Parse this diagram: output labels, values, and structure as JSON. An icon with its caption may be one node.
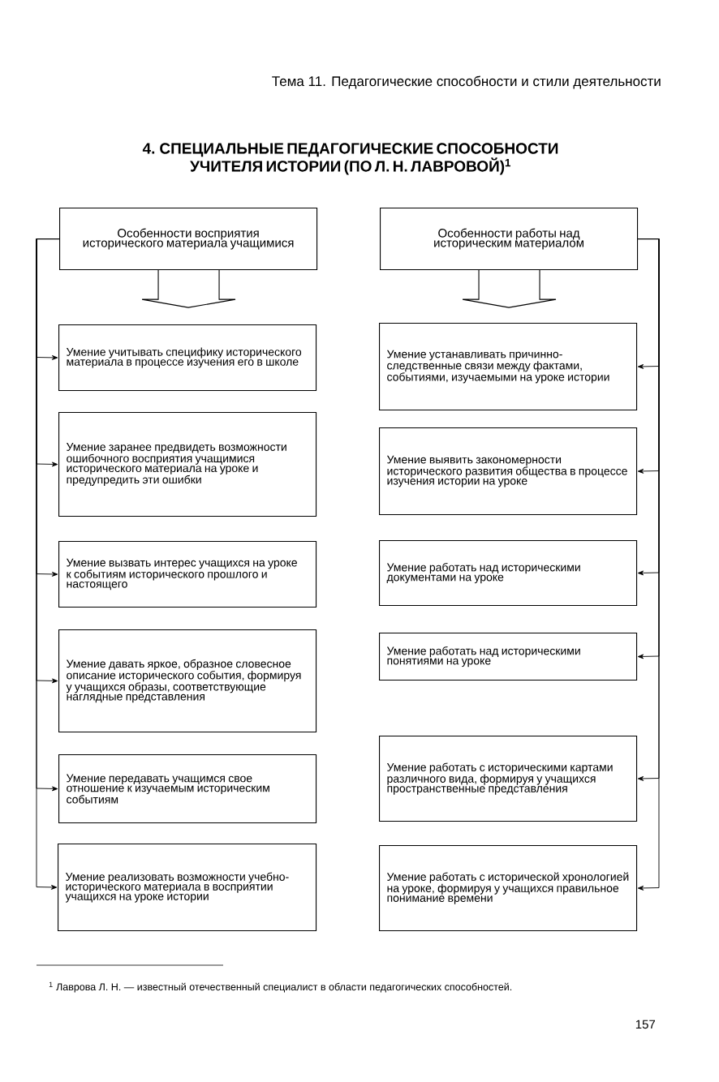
{
  "diagram": {
    "title": "4. СПЕЦИАЛЬНЫЕ ПЕДАГОГИЧЕСКИЕ СПОСОБНОСТИ УЧИТЕЛЯ ИСТОРИИ (ПО Л. Н. ЛАВРОВОЙ)$^{1}$",
    "nodes": [
      {
        "text": [
          "Особенности восприятия исторического материала учащимися"
        ]
      },
      {
        "text": [
          "Особенности работы над историческим материалом"
        ]
      },
      {
        "text": [
          "Умение учитывать специфику исторического материала в процессе изучения его в школе"
        ]
      },
      {
        "text": [
          "Умение заранее предвидеть возможности ошибочного восприятия учащимися исторического материала на уроке и предупредить эти ошибки"
        ]
      },
      {
        "text": [
          "Умение вызвать интерес учащихся на уроке к событиям исторического прошлого и настоящего"
        ]
      },
      {
        "text": [
          "Умение давать яркое, образное словесное описание исторического события, формируя у учащихся образы, соответствующие наглядные представления"
        ]
      },
      {
        "text": [
          "Умение передавать учащимся свое отношение к изучаемым историческим событиям"
        ]
      },
      {
        "text": [
          "Умение реализовать возможности учебно-исторического материала в восприятии учащихся на уроке истории"
        ]
      },
      {
        "text": [
          "Умение устанавливать причинно-следственные связи между фактами, событиями, изучаемыми на уроке истории"
        ]
      },
      {
        "text": [
          "Умение выявить закономерности исторического развития общества в процессе изучения истории на уроке"
        ]
      },
      {
        "text": [
          "Умение работать над историческими документами на уроке"
        ]
      },
      {
        "text": [
          "Умение работать над историческими понятиями на уроке"
        ]
      },
      {
        "text": [
          "Умение работать с историческими картами различного вида, формируя у учащихся пространственные представления"
        ]
      },
      {
        "text": [
          "Умение работать с исторической хронологией на уроке, формируя у учащихся правильное понимание времени"
        ]
      }
    ],
    "edges": [
      {
        "from": 0,
        "to": null,
        "arrow": "to",
        "style": "thick"
      },
      {
        "from": 1,
        "to": null,
        "arrow": "to",
        "style": "thick"
      },
      {
        "from": 0,
        "to": 2,
        "arrow": "to"
      },
      {
        "from": 0,
        "to": 3,
        "arrow": "to"
      },
      {
        "from": 0,
        "to": 4,
        "arrow": "to"
      },
      {
        "from": 0,
        "to": 5,
        "arrow": "to"
      },
      {
        "from": 0,
        "to": 6,
        "arrow": "to"
      },
      {
        "from": 0,
        "to": 7,
        "arrow": "to"
      },
      {
        "from": 1,
        "to": 8,
        "arrow": "to"
      },
      {
        "from": 1,
        "to": 9,
        "arrow": "to"
      },
      {
        "from": 1,
        "to": 10,
        "arrow": "to"
      },
      {
        "from": 1,
        "to": 11,
        "arrow": "to"
      },
      {
        "from": 1,
        "to": 12,
        "arrow": "to"
      },
      {
        "from": 1,
        "to": 13,
        "arrow": "to"
      }
    ],
    "labels": [
      "Тема 11. Педагогические способности и стили деятельности",
      "$^{1}$ Лаврова Л. Н. — известный отечественный специалист в области педагогических способностей.",
      "157"
    ]
  }
}
